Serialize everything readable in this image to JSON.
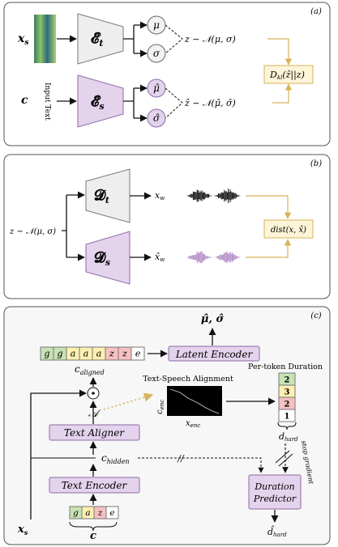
{
  "panel_a": {
    "tag": "(a)",
    "xs": "x",
    "xs_sub": "s",
    "c": "c",
    "input_text": "Input Text",
    "enc_t": "𝓔",
    "enc_t_sub": "t",
    "enc_s": "𝓔",
    "enc_s_sub": "s",
    "mu": "μ",
    "sigma": "σ",
    "mu_hat": "μ̂",
    "sigma_hat": "σ̂",
    "z_eq": "z ∼ 𝒩(μ, σ)",
    "zhat_eq": "ẑ ∼ 𝒩(μ̂, σ̂)",
    "kl": "D",
    "kl_sub": "kl",
    "kl_arg": "(ẑ||z)"
  },
  "panel_b": {
    "tag": "(b)",
    "z_eq": "z ∼ 𝒩(μ, σ)",
    "dec_t": "𝓓",
    "dec_t_sub": "t",
    "dec_s": "𝓓",
    "dec_s_sub": "s",
    "xw": "x",
    "xw_sub": "w",
    "xw_hat": "x̂",
    "xw_hat_sub": "w",
    "dist": "dist(x, x̂)"
  },
  "panel_c": {
    "tag": "(c)",
    "mu_sigma": "μ̂, σ̂",
    "latent_encoder": "Latent Encoder",
    "tokens_expanded": [
      "g",
      "g",
      "a",
      "a",
      "a",
      "z",
      "z",
      "e"
    ],
    "tokens": [
      "g",
      "a",
      "z",
      "e"
    ],
    "c_aligned": "c",
    "c_aligned_sub": "aligned",
    "A": "𝒜",
    "text_aligner": "Text Aligner",
    "text_encoder": "Text Encoder",
    "c_hidden": "c",
    "c_hidden_sub": "hidden",
    "alignment_title": "Text-Speech Alignment",
    "c_enc": "c",
    "c_enc_sub": "enc",
    "x_enc": "x",
    "x_enc_sub": "enc",
    "durations_title": "Per-token Duration",
    "durations": [
      2,
      3,
      2,
      1
    ],
    "d_hard": "d",
    "d_hard_sub": "hard",
    "stop_gradient": "stop gradient",
    "duration_predictor_1": "Duration",
    "duration_predictor_2": "Predictor",
    "d_hard_hat": "d̂",
    "d_hard_hat_sub": "hard",
    "xs": "x",
    "xs_sub": "s",
    "c_label": "c",
    "slash": "//"
  },
  "colors": {
    "purple_fill": "#e3d3ec",
    "purple_stroke": "#8e6aa6",
    "gray_fill": "#eeeeee",
    "gold": "#d7b45a",
    "gold_fill": "#fdf5d8",
    "token_green": "#c7e3b5",
    "token_yellow": "#fdf0b0",
    "token_red": "#f6c0c0"
  }
}
